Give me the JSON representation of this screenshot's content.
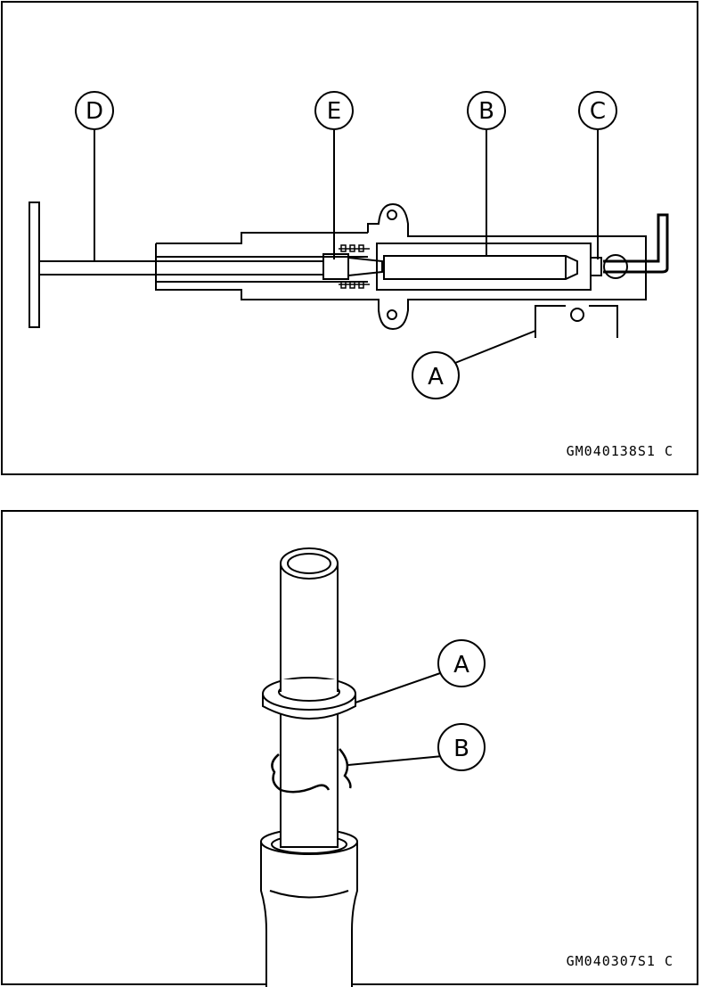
{
  "figures": [
    {
      "code": "GM040138S1  C",
      "labels": {
        "a": "A",
        "b": "B",
        "c": "C",
        "d": "D",
        "e": "E"
      }
    },
    {
      "code": "GM040307S1  C",
      "labels": {
        "a": "A",
        "b": "B"
      }
    }
  ]
}
